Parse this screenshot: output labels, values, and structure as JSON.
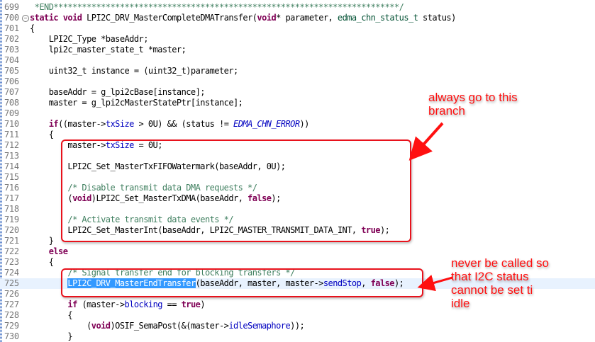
{
  "editor": {
    "first_line": 699,
    "lines": [
      {
        "num": "699",
        "text": " *END*************************************************************************/"
      },
      {
        "num": "700",
        "text": "static void LPI2C_DRV_MasterCompleteDMATransfer(void* parameter, edma_chn_status_t status)",
        "fold": "⊖"
      },
      {
        "num": "701",
        "text": "{"
      },
      {
        "num": "702",
        "text": "    LPI2C_Type *baseAddr;"
      },
      {
        "num": "703",
        "text": "    lpi2c_master_state_t *master;"
      },
      {
        "num": "704",
        "text": ""
      },
      {
        "num": "705",
        "text": "    uint32_t instance = (uint32_t)parameter;"
      },
      {
        "num": "706",
        "text": ""
      },
      {
        "num": "707",
        "text": "    baseAddr = g_lpi2cBase[instance];"
      },
      {
        "num": "708",
        "text": "    master = g_lpi2cMasterStatePtr[instance];"
      },
      {
        "num": "709",
        "text": ""
      },
      {
        "num": "710",
        "text": "    if((master->txSize > 0U) && (status != EDMA_CHN_ERROR))"
      },
      {
        "num": "711",
        "text": "    {"
      },
      {
        "num": "712",
        "text": "        master->txSize = 0U;"
      },
      {
        "num": "713",
        "text": ""
      },
      {
        "num": "714",
        "text": "        LPI2C_Set_MasterTxFIFOWatermark(baseAddr, 0U);"
      },
      {
        "num": "715",
        "text": ""
      },
      {
        "num": "716",
        "text": "        /* Disable transmit data DMA requests */"
      },
      {
        "num": "717",
        "text": "        (void)LPI2C_Set_MasterTxDMA(baseAddr, false);"
      },
      {
        "num": "718",
        "text": ""
      },
      {
        "num": "719",
        "text": "        /* Activate transmit data events */"
      },
      {
        "num": "720",
        "text": "        LPI2C_Set_MasterInt(baseAddr, LPI2C_MASTER_TRANSMIT_DATA_INT, true);"
      },
      {
        "num": "721",
        "text": "    }"
      },
      {
        "num": "722",
        "text": "    else"
      },
      {
        "num": "723",
        "text": "    {"
      },
      {
        "num": "724",
        "text": "        /* Signal transfer end for blocking transfers */"
      },
      {
        "num": "725",
        "text": "        LPI2C_DRV_MasterEndTransfer(baseAddr, master, master->sendStop, false);",
        "current": true,
        "selection": "LPI2C_DRV_MasterEndTransfer"
      },
      {
        "num": "726",
        "text": ""
      },
      {
        "num": "727",
        "text": "        if (master->blocking == true)"
      },
      {
        "num": "728",
        "text": "        {"
      },
      {
        "num": "729",
        "text": "            (void)OSIF_SemaPost(&(master->idleSemaphore));"
      },
      {
        "num": "730",
        "text": "        }"
      }
    ],
    "syntax_colors": {
      "keyword": "#7f0055",
      "type": "#005032",
      "field": "#0000c0",
      "comment": "#3f7f5f",
      "selection": "#3399ff",
      "current_line": "#e8f2fe",
      "line_number": "#787878"
    }
  },
  "annotations": {
    "color": "#e8121c",
    "note1": {
      "line1": "always go to this",
      "line2": "branch"
    },
    "note2": {
      "line1": "never be called so",
      "line2": "that I2C status",
      "line3": "cannot be set ti",
      "line4": "idle"
    }
  }
}
